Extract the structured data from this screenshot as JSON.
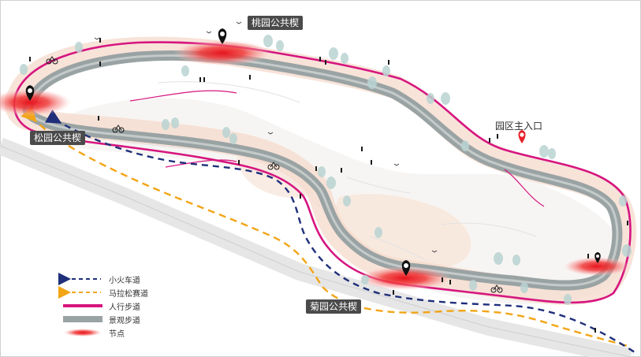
{
  "map": {
    "nodes": [
      {
        "id": "taoyuan",
        "label": "桃园公共楔"
      },
      {
        "id": "songyuan",
        "label": "松园公共楔"
      },
      {
        "id": "juyuan",
        "label": "菊园公共楔"
      },
      {
        "id": "east",
        "label": ""
      }
    ],
    "entrance": {
      "label": "园区主入口"
    },
    "colors": {
      "train": "#1f2f7a",
      "marathon": "#f2a516",
      "walkway": "#d6157f",
      "scenic": "#9aa3a3",
      "node": "#ee2f2f",
      "entrance_pin": "#e8202a",
      "halo": "#f6d9cc",
      "callout_bg": "#4a4a4a"
    }
  },
  "legend": {
    "items": [
      {
        "label": "小火车道",
        "icon": "navy-dashed-arrow"
      },
      {
        "label": "马拉松赛道",
        "icon": "orange-dashed-arrow"
      },
      {
        "label": "人行步道",
        "icon": "magenta-solid-line"
      },
      {
        "label": "景观步道",
        "icon": "gray-thick-line"
      },
      {
        "label": "节点",
        "icon": "red-radial-ellipse"
      }
    ]
  }
}
